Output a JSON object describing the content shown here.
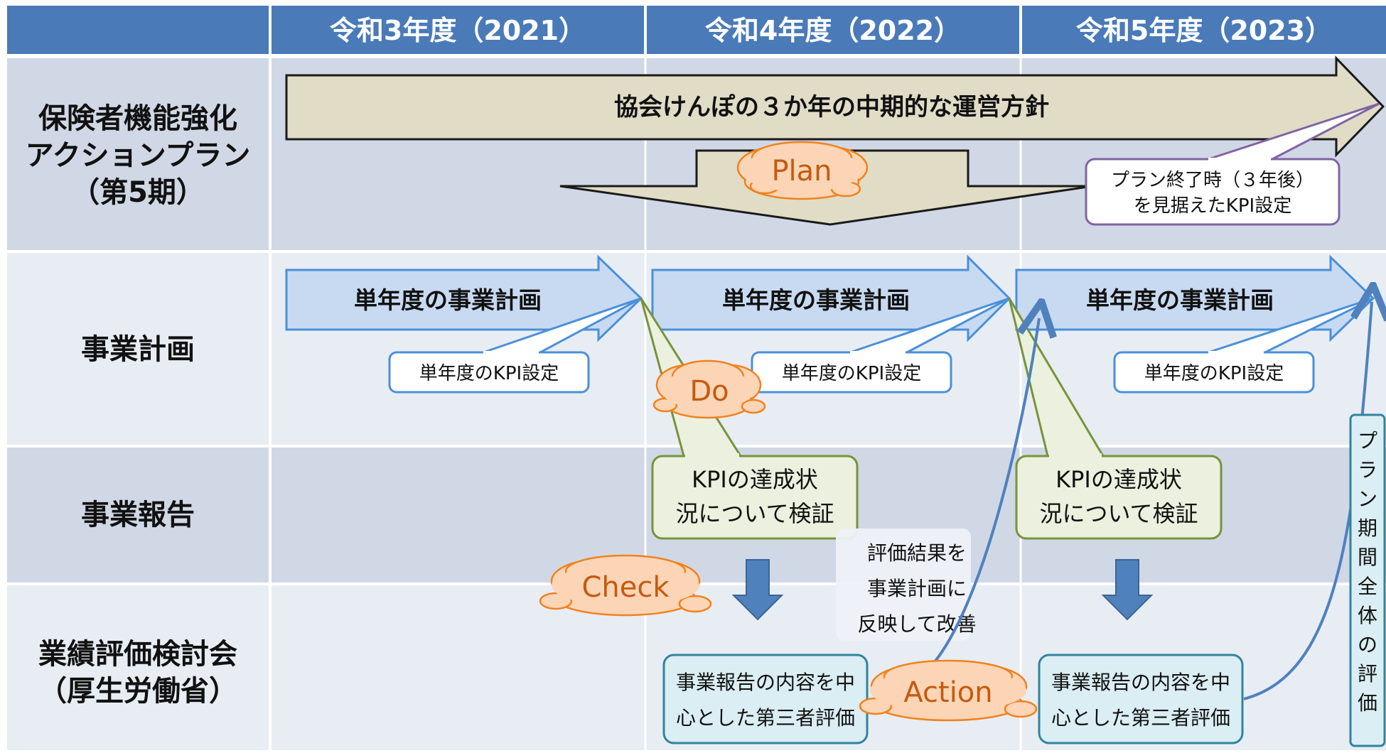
{
  "columns": {
    "c1": "令和3年度（2021）",
    "c2": "令和4年度（2022）",
    "c3": "令和5年度（2023）"
  },
  "rows": {
    "r1": [
      "保険者機能強化",
      "アクションプラン",
      "（第5期）"
    ],
    "r2": "事業計画",
    "r3": "事業報告",
    "r4": [
      "業績評価検討会",
      "（厚生労働省）"
    ]
  },
  "policy_arrow": "協会けんぽの３か年の中期的な運営方針",
  "plan_callout": [
    "プラン終了時（３年後）",
    "を見据えたKPI設定"
  ],
  "annual_plan_label": "単年度の事業計画",
  "annual_kpi_label": "単年度のKPI設定",
  "kpi_check": [
    "KPIの達成状",
    "況について検証"
  ],
  "feedback_note": [
    "評価結果を",
    "事業計画に",
    "反映して改善"
  ],
  "third_party_eval": [
    "事業報告の内容を中",
    "心とした第三者評価"
  ],
  "pdca": {
    "plan": "Plan",
    "do": "Do",
    "check": "Check",
    "action": "Action"
  },
  "overall_eval_vertical": "プラン期間全体の評価",
  "colors": {
    "header_bg": "#4a7ab8",
    "row_dark": "#d0d8e6",
    "row_light": "#e8edf4",
    "policy_arrow_fill": "#e0dcc6",
    "annual_arrow_fill": "#c7daf1",
    "kpi_green_fill": "#ebf1de",
    "kpi_green_stroke": "#77933c",
    "cloud_fill": "#fbd5b5",
    "cloud_text": "#c55a11",
    "teal_stroke": "#31849b",
    "purple_stroke": "#8064a2",
    "down_arrow": "#4f81bd"
  }
}
